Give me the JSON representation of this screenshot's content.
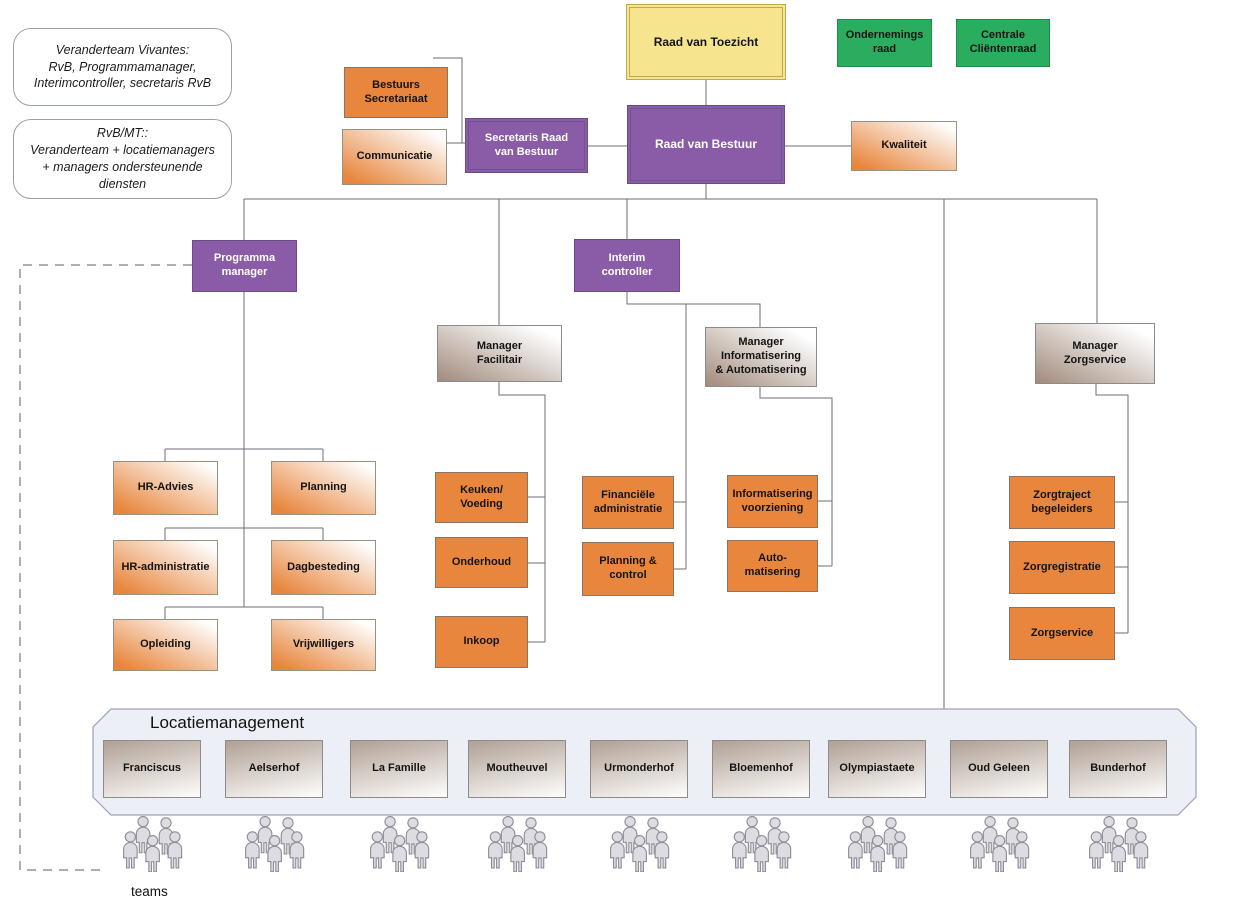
{
  "notes": {
    "veranderteam": "Veranderteam Vivantes:\nRvB, Programmamanager,\nInterimcontroller, secretaris RvB",
    "rvb_mt": "RvB/MT::\nVeranderteam + locatiemanagers\n+ managers ondersteunende\ndiensten"
  },
  "governance": {
    "raad_van_toezicht": "Raad van Toezicht",
    "ondernemingsraad": "Ondernemings\nraad",
    "centrale_clientenraad": "Centrale\nCliëntenraad"
  },
  "staff": {
    "bestuurs_secretariaat": "Bestuurs\nSecretariaat",
    "communicatie": "Communicatie",
    "secretaris_rvb": "Secretaris Raad\nvan Bestuur",
    "raad_van_bestuur": "Raad van Bestuur",
    "kwaliteit": "Kwaliteit"
  },
  "management": {
    "programma_manager": "Programma\nmanager",
    "interim_controller": "Interim\ncontroller",
    "manager_facilitair": "Manager\nFacilitair",
    "manager_informatisering": "Manager\nInformatisering\n& Automatisering",
    "manager_zorgservice": "Manager\nZorgservice"
  },
  "units": {
    "pm": [
      "HR-Advies",
      "Planning",
      "HR-administratie",
      "Dagbesteding",
      "Opleiding",
      "Vrijwilligers"
    ],
    "facilitair": [
      "Keuken/\nVoeding",
      "Onderhoud",
      "Inkoop"
    ],
    "control": [
      "Financiële\nadministratie",
      "Planning &\ncontrol"
    ],
    "informatisering": [
      "Informatisering\nvoorziening",
      "Auto-\nmatisering"
    ],
    "zorg": [
      "Zorgtraject\nbegeleiders",
      "Zorgregistratie",
      "Zorgservice"
    ]
  },
  "locatiemanagement": {
    "title": "Locatiemanagement",
    "locations": [
      "Franciscus",
      "Aelserhof",
      "La Famille",
      "Moutheuvel",
      "Urmonderhof",
      "Bloemenhof",
      "Olympiastaete",
      "Oud Geleen",
      "Bunderhof"
    ]
  },
  "teams_label": "teams",
  "colors": {
    "orange": "#E8863D",
    "purple": "#8A5CA8",
    "green": "#2BAD60",
    "yellow": "#F7E48E",
    "panel_blue": "#ECEFF6",
    "line_gray": "#6E6E78"
  }
}
